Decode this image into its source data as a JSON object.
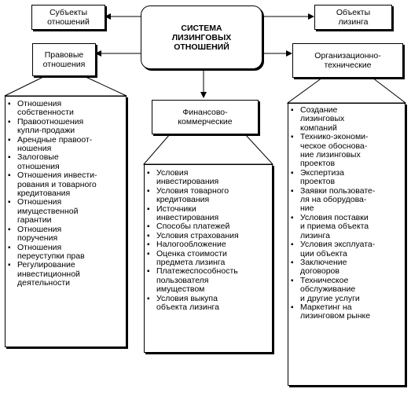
{
  "center": {
    "title": "СИСТЕМА\nЛИЗИНГОВЫХ\nОТНОШЕНИЙ"
  },
  "subjects": {
    "label": "Субъекты\nотношений"
  },
  "objects": {
    "label": "Объекты\nлизинга"
  },
  "legal": {
    "label": "Правовые\nотношения",
    "items": [
      "Отношения\nсобственности",
      "Правоотношения\nкупли-продажи",
      "Арендные правоот-\nношения",
      "Залоговые\nотношения",
      "Отношения инвести-\nрования и товарного\nкредитования",
      "Отношения\nимущественной\nгарантии",
      "Отношения\nпоручения",
      "Отношения\nпереуступки прав",
      "Регулирование\nинвестиционной\nдеятельности"
    ]
  },
  "finance": {
    "label": "Финансово-\nкоммерческие",
    "items": [
      "Условия\nинвестирования",
      "Условия товарного\nкредитования",
      "Источники\nинвестирования",
      "Способы платежей",
      "Условия страхования",
      "Налогообложение",
      "Оценка стоимости\nпредмета лизинга",
      "Платежеспособность\nпользователя\nимуществом",
      "Условия выкупа\nобъекта лизинга"
    ]
  },
  "org": {
    "label": "Организационно-\nтехнические",
    "items": [
      "Создание\nлизинговых\nкомпаний",
      "Технико-экономи-\nческое обоснова-\nние лизинговых\nпроектов",
      "Экспертиза\nпроектов",
      "Заявки пользовате-\nля на оборудова-\nние",
      "Условия поставки\nи приема объекта\nлизинга",
      "Условия эксплуата-\nции объекта",
      "Заключение\nдоговоров",
      "Техническое\nобслуживание\nи другие услуги",
      "Маркетинг на\nлизинговом рынке"
    ]
  }
}
